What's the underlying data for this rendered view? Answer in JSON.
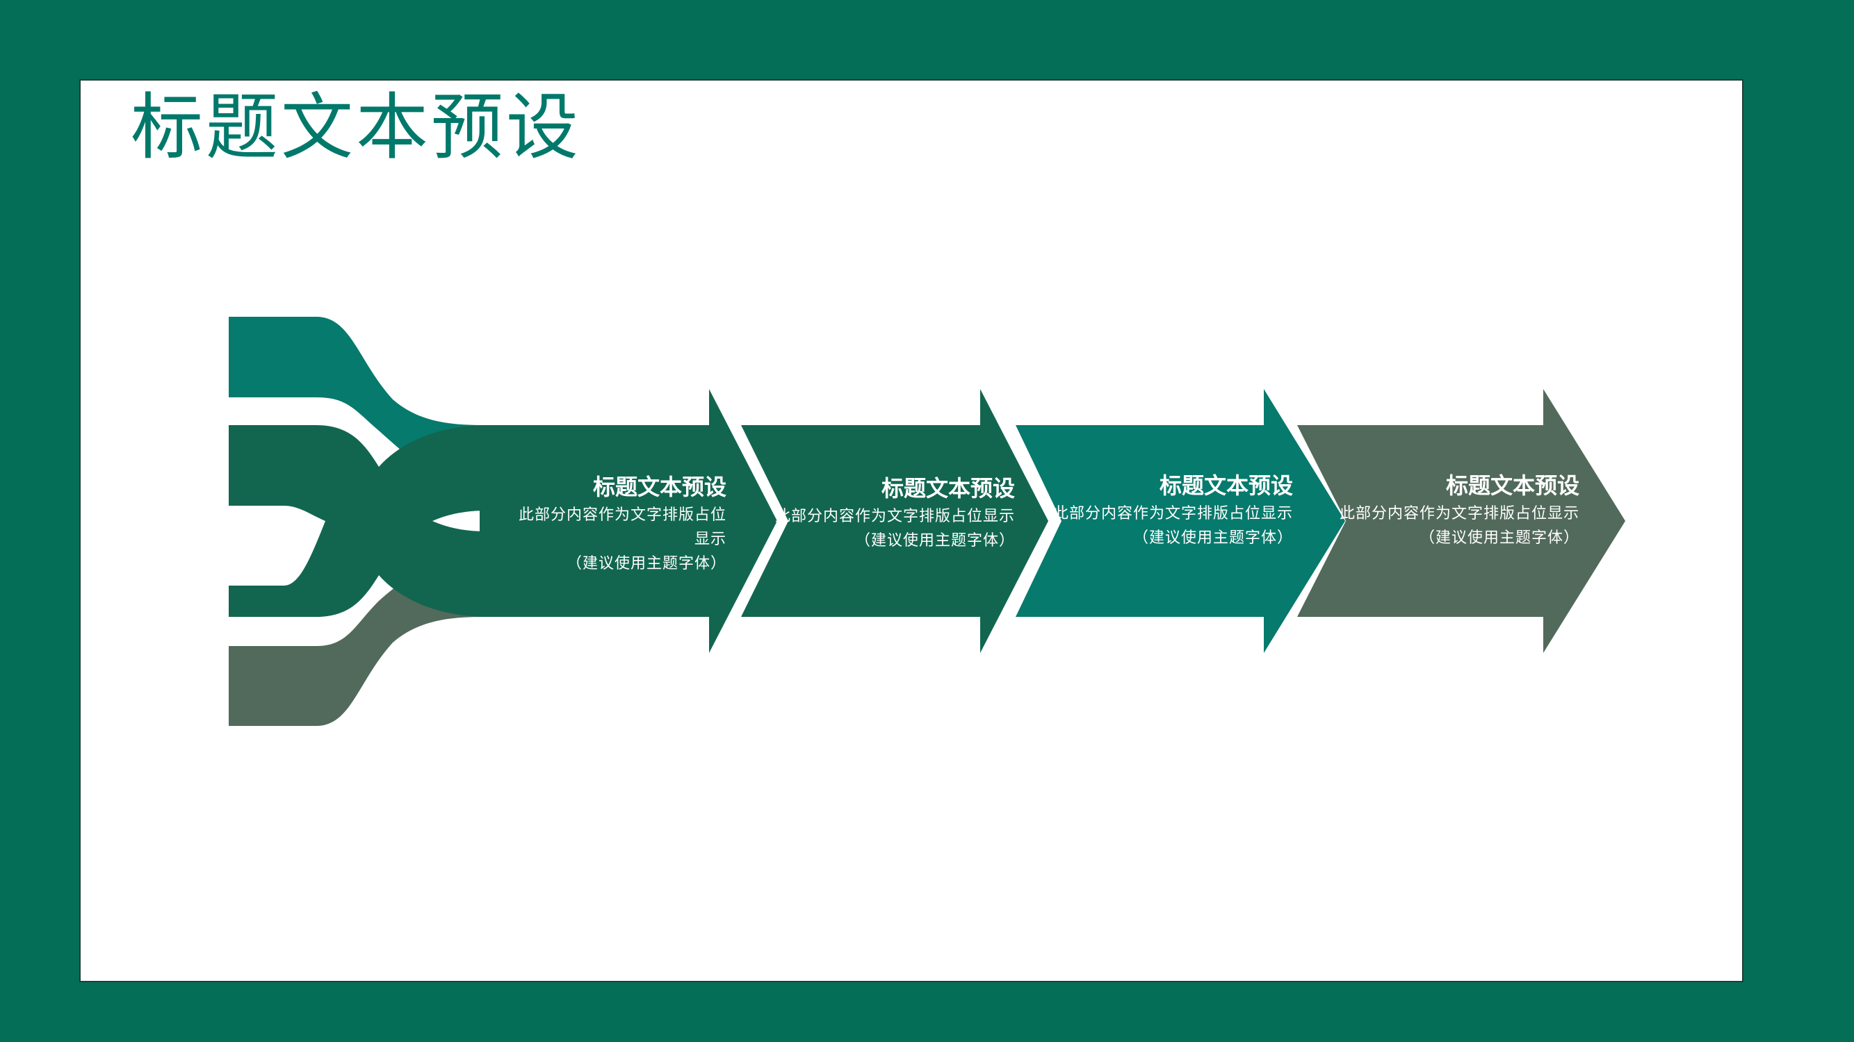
{
  "slide": {
    "title": "标题文本预设"
  },
  "colors": {
    "background": "#046f56",
    "card": "#ffffff",
    "title": "#00796b",
    "dark_green": "#12664f",
    "teal": "#067a6d",
    "gray_green": "#526a5b"
  },
  "steps": [
    {
      "title": "标题文本预设",
      "body_line1": "此部分内容作为文字排版占位显示",
      "body_line2": "（建议使用主题字体）"
    },
    {
      "title": "标题文本预设",
      "body_line1": "此部分内容作为文字排版占位显示",
      "body_line2": "（建议使用主题字体）"
    },
    {
      "title": "标题文本预设",
      "body_line1": "此部分内容作为文字排版占位显示",
      "body_line2": "（建议使用主题字体）"
    },
    {
      "title": "标题文本预设",
      "body_line1": "此部分内容作为文字排版占位显示",
      "body_line2": "（建议使用主题字体）"
    }
  ]
}
